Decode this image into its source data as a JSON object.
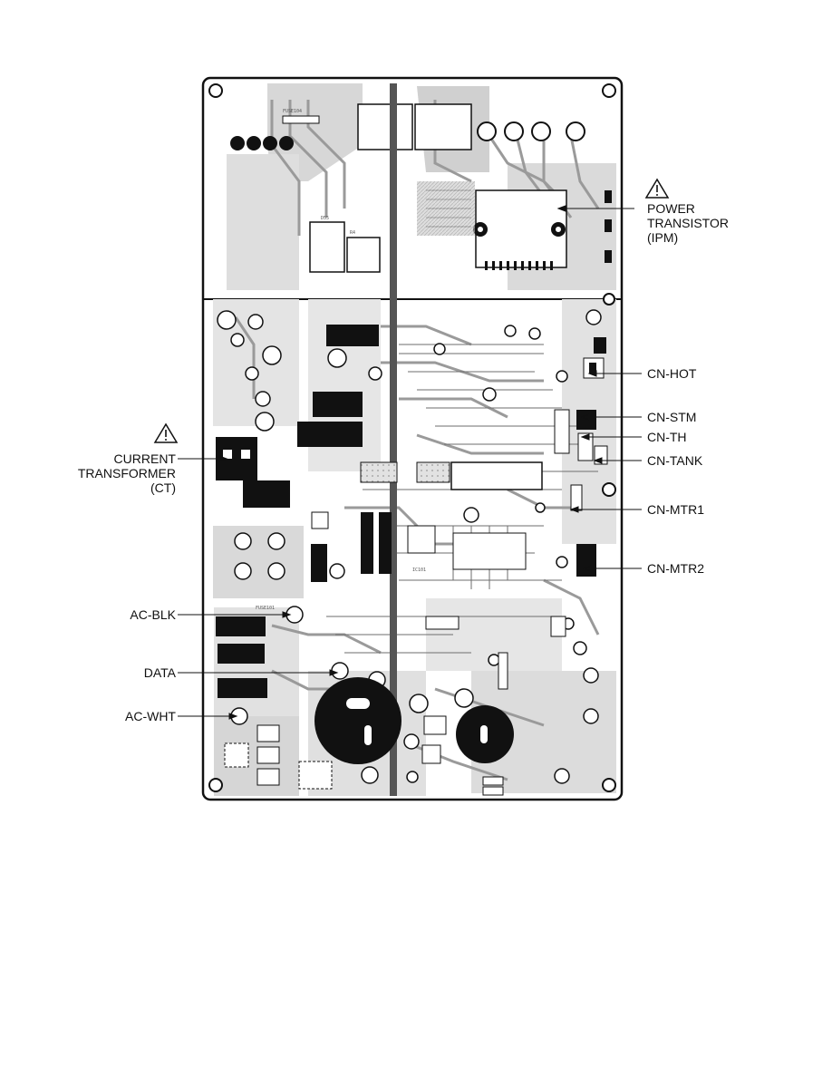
{
  "callouts": {
    "power_transistor": {
      "line1": "POWER",
      "line2": "TRANSISTOR",
      "line3": "(IPM)"
    },
    "cn_hot": "CN-HOT",
    "cn_stm": "CN-STM",
    "cn_th": "CN-TH",
    "cn_tank": "CN-TANK",
    "cn_mtr1": "CN-MTR1",
    "cn_mtr2": "CN-MTR2",
    "current_transformer": {
      "line1": "CURRENT",
      "line2": "TRANSFORMER",
      "line3": "(CT)"
    },
    "ac_blk": "AC-BLK",
    "data": "DATA",
    "ac_wht": "AC-WHT"
  },
  "warning_icon": "warning-triangle-icon",
  "board": {
    "fuse_label_1": "FUSE104",
    "fuse_label_2": "FUSE101",
    "ic_label": "IC101",
    "ref_r": "R4",
    "ref_d": "D55"
  },
  "colors": {
    "board_fill": "#ffffff",
    "trace": "#9a9a9a",
    "trace_dark": "#555555",
    "component": "#111111",
    "text": "#111111"
  }
}
